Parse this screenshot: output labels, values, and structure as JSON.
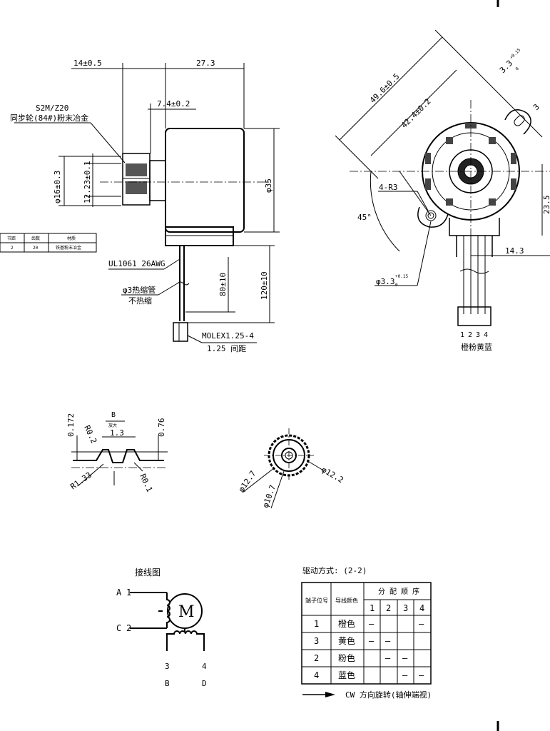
{
  "side_view": {
    "dim_width_pulley": "14±0.5",
    "dim_body_length": "27.3",
    "dim_boss": "7.4±0.2",
    "pulley_spec_line1": "S2M/Z20",
    "pulley_spec_line2": "同步轮(84#)粉末冶金",
    "dim_pulley_dia": "φ16±0.3",
    "dim_pulley_root": "12.23±0.1",
    "dim_body_dia": "φ35",
    "wire_spec": "UL1061 26AWG",
    "dim_lead_1": "80±10",
    "dim_lead_2": "120±10",
    "tube_line1": "φ3热缩管",
    "tube_line2": "不热缩",
    "connector_line1": "MOLEX1.25-4",
    "connector_line2": "1.25 间距"
  },
  "gear_table": {
    "headers": [
      "节距",
      "齿数",
      "材质"
    ],
    "row": [
      "2",
      "20",
      "铁基粉末冶金"
    ]
  },
  "front_view": {
    "dim_overall": "49.6±0.5",
    "dim_mount": "42.4±0.2",
    "dim_slot": "3.3",
    "dim_slot_tol": "+0.15",
    "dim_slot_tol_low": "0",
    "dim_holes": "4-R3",
    "dim_angle": "45°",
    "dim_hole_dia": "φ3.3",
    "dim_hole_tol": "+0.15",
    "dim_hole_tol_low": "0",
    "dim_lead_offset": "14.3",
    "dim_right_edge": "23.5",
    "dim_top_right": "3",
    "pin_numbers": [
      "1",
      "2",
      "3",
      "4"
    ],
    "wire_colors": "橙粉黄蓝"
  },
  "tooth_profile": {
    "label": "B",
    "sub_label": "放大",
    "dim_left": "0.172",
    "dim_r_top": "R0.2",
    "dim_pitch": "1.3",
    "dim_right": "0.76",
    "dim_r_bottom_left": "R1.33",
    "dim_r_bottom_right": "R0.1"
  },
  "pulley_end_view": {
    "dim_outer": "φ12.7",
    "dim_inner": "φ10.7",
    "dim_tip": "φ12.2"
  },
  "wiring": {
    "title": "接线图",
    "label_a": "A",
    "label_c": "C",
    "pin_a": "1",
    "pin_c": "2",
    "pin_3": "3",
    "pin_4": "4",
    "label_b": "B",
    "label_d": "D",
    "motor": "M"
  },
  "drive_table": {
    "title": "驱动方式: (2-2)",
    "header_terminal": "端子位号",
    "header_color": "导线颜色",
    "header_sequence": "分 配 顺 序",
    "steps": [
      "1",
      "2",
      "3",
      "4"
    ],
    "rows": [
      {
        "terminal": "1",
        "color": "橙色",
        "marks": [
          "–",
          "",
          "",
          "–"
        ]
      },
      {
        "terminal": "3",
        "color": "黄色",
        "marks": [
          "–",
          "–",
          "",
          ""
        ]
      },
      {
        "terminal": "2",
        "color": "粉色",
        "marks": [
          "",
          "–",
          "–",
          ""
        ]
      },
      {
        "terminal": "4",
        "color": "蓝色",
        "marks": [
          "",
          "",
          "–",
          "–"
        ]
      }
    ],
    "direction_note": "CW 方向旋转(轴伸端视)"
  }
}
